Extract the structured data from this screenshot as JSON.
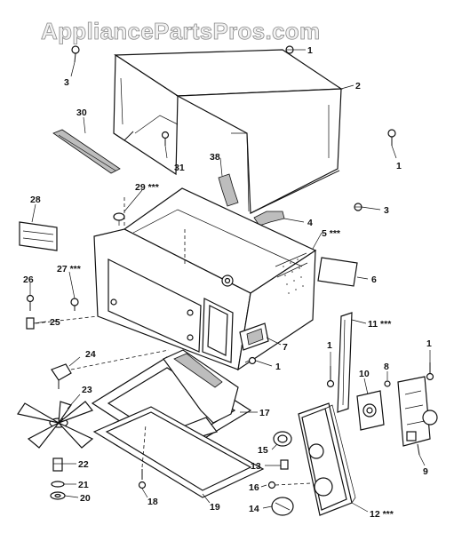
{
  "watermark": "AppliancePartsPros.com",
  "callouts": {
    "c1a": "1",
    "c2": "2",
    "c3a": "3",
    "c30": "30",
    "c31": "31",
    "c1b": "1",
    "c38": "38",
    "c29": "29 ***",
    "c3b": "3",
    "c4": "4",
    "c28": "28",
    "c5": "5 ***",
    "c27": "27 ***",
    "c26": "26",
    "c25": "25",
    "c6": "6",
    "c11": "11 ***",
    "c7": "7",
    "c1c": "1",
    "c1d": "1",
    "c1e": "1",
    "c24": "24",
    "c10": "10",
    "c8": "8",
    "c23": "23",
    "c17": "17",
    "c15": "15",
    "c13": "13",
    "c22": "22",
    "c9": "9",
    "c21": "21",
    "c16": "16",
    "c18": "18",
    "c19": "19",
    "c20": "20",
    "c14": "14",
    "c12": "12 ***"
  }
}
